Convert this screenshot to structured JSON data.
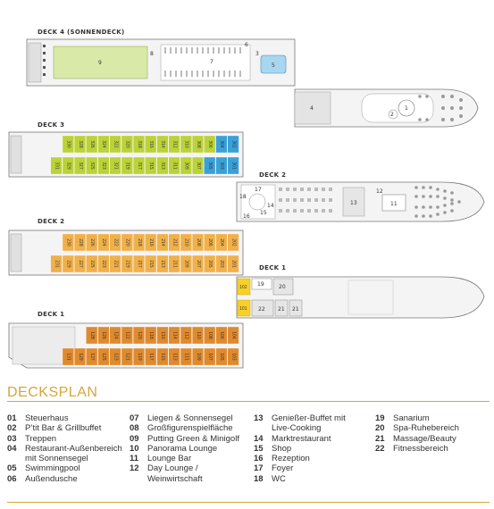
{
  "colors": {
    "cabin_green": "#bcd239",
    "cabin_blue": "#3aa0d8",
    "cabin_orange_light": "#f0b04a",
    "cabin_orange_dark": "#e08a2e",
    "cabin_yellow": "#f8d028",
    "accent_gold": "#d4a73a",
    "hull_gray": "#8a8a8a"
  },
  "decks": {
    "sun": {
      "label": "DECK 4 (SONNENDECK)",
      "rooms": [
        "9",
        "8",
        "7",
        "6",
        "3",
        "5",
        "4",
        "2",
        "1"
      ]
    },
    "d3": {
      "label": "DECK 3",
      "top_row": [
        "330",
        "328",
        "326",
        "324",
        "322",
        "320",
        "318",
        "316",
        "314",
        "312",
        "310",
        "308",
        "306",
        "304",
        "302"
      ],
      "bottom_row": [
        "331",
        "329",
        "327",
        "325",
        "323",
        "321",
        "319",
        "317",
        "315",
        "313",
        "311",
        "309",
        "307",
        "305",
        "303",
        "301"
      ]
    },
    "d2_public": {
      "label": "DECK 2",
      "rooms": [
        "17",
        "18",
        "16",
        "15",
        "14",
        "13",
        "12",
        "11"
      ]
    },
    "d2": {
      "label": "DECK 2",
      "top_row": [
        "230",
        "228",
        "226",
        "224",
        "222",
        "220",
        "218",
        "216",
        "214",
        "212",
        "210",
        "208",
        "206",
        "204",
        "202"
      ],
      "bottom_row": [
        "231",
        "229",
        "227",
        "225",
        "223",
        "221",
        "219",
        "217",
        "215",
        "213",
        "211",
        "209",
        "207",
        "205",
        "203",
        "201"
      ]
    },
    "d1_public": {
      "label": "DECK 1",
      "cabins": [
        "102",
        "101"
      ],
      "rooms": [
        "19",
        "20",
        "22",
        "21",
        "21"
      ]
    },
    "d1": {
      "label": "DECK 1",
      "top_row": [
        "128",
        "126",
        "124",
        "122",
        "120",
        "118",
        "116",
        "114",
        "112",
        "110",
        "108",
        "106",
        "104"
      ],
      "bottom_row": [
        "131",
        "129",
        "127",
        "125",
        "123",
        "121",
        "119",
        "117",
        "115",
        "113",
        "111",
        "109",
        "107",
        "105",
        "103"
      ]
    }
  },
  "legend": {
    "title": "DECKSPLAN",
    "columns": [
      [
        {
          "num": "01",
          "label": "Steuerhaus"
        },
        {
          "num": "02",
          "label": "P’tit Bar & Grillbuffet"
        },
        {
          "num": "03",
          "label": "Treppen"
        },
        {
          "num": "04",
          "label": "Restaurant-Außenbereich"
        },
        {
          "num": "",
          "label": "mit Sonnensegel"
        },
        {
          "num": "05",
          "label": "Swimmingpool"
        },
        {
          "num": "06",
          "label": "Außendusche"
        }
      ],
      [
        {
          "num": "07",
          "label": "Liegen & Sonnensegel"
        },
        {
          "num": "08",
          "label": "Großfigurenspielfläche"
        },
        {
          "num": "09",
          "label": "Putting Green & Minigolf"
        },
        {
          "num": "10",
          "label": "Panorama Lounge"
        },
        {
          "num": "11",
          "label": "Lounge Bar"
        },
        {
          "num": "12",
          "label": "Day Lounge /"
        },
        {
          "num": "",
          "label": "Weinwirtschaft"
        }
      ],
      [
        {
          "num": "13",
          "label": "Genießer-Buffet mit"
        },
        {
          "num": "",
          "label": "Live-Cooking"
        },
        {
          "num": "14",
          "label": "Marktrestaurant"
        },
        {
          "num": "15",
          "label": "Shop"
        },
        {
          "num": "16",
          "label": "Rezeption"
        },
        {
          "num": "17",
          "label": "Foyer"
        },
        {
          "num": "18",
          "label": "WC"
        }
      ],
      [
        {
          "num": "19",
          "label": "Sanarium"
        },
        {
          "num": "20",
          "label": "Spa-Ruhebereich"
        },
        {
          "num": "21",
          "label": "Massage/Beauty"
        },
        {
          "num": "22",
          "label": "Fitnessbereich"
        }
      ]
    ]
  }
}
